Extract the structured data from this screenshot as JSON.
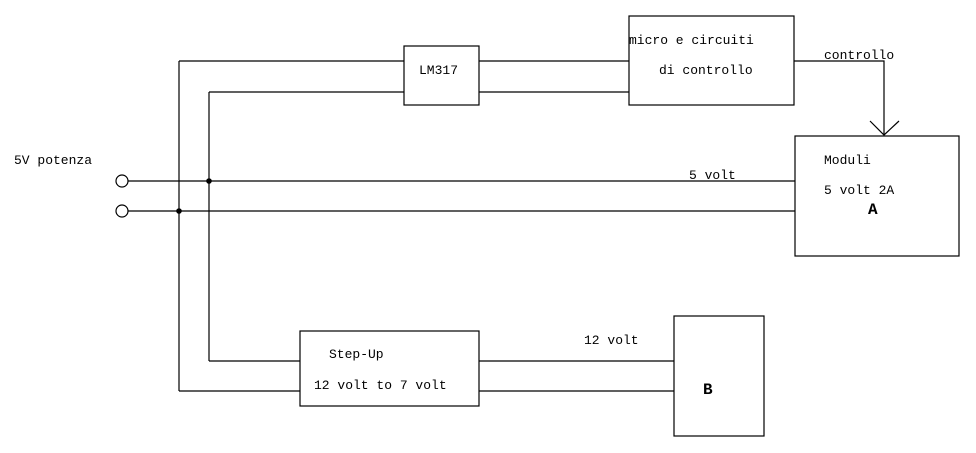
{
  "terminal_label": "5V potenza",
  "lm317": {
    "label": "LM317"
  },
  "micro": {
    "line1": "micro e circuiti",
    "line2": "di controllo"
  },
  "control_label": "controllo",
  "moduli": {
    "line1": "Moduli",
    "line2": "5 volt 2A",
    "letter": "A"
  },
  "wire_5v_label": "5 volt",
  "stepup": {
    "line1": "Step-Up",
    "line2": "12 volt to 7 volt"
  },
  "wire_12v_label": "12 volt",
  "box_b": {
    "letter": "B"
  }
}
